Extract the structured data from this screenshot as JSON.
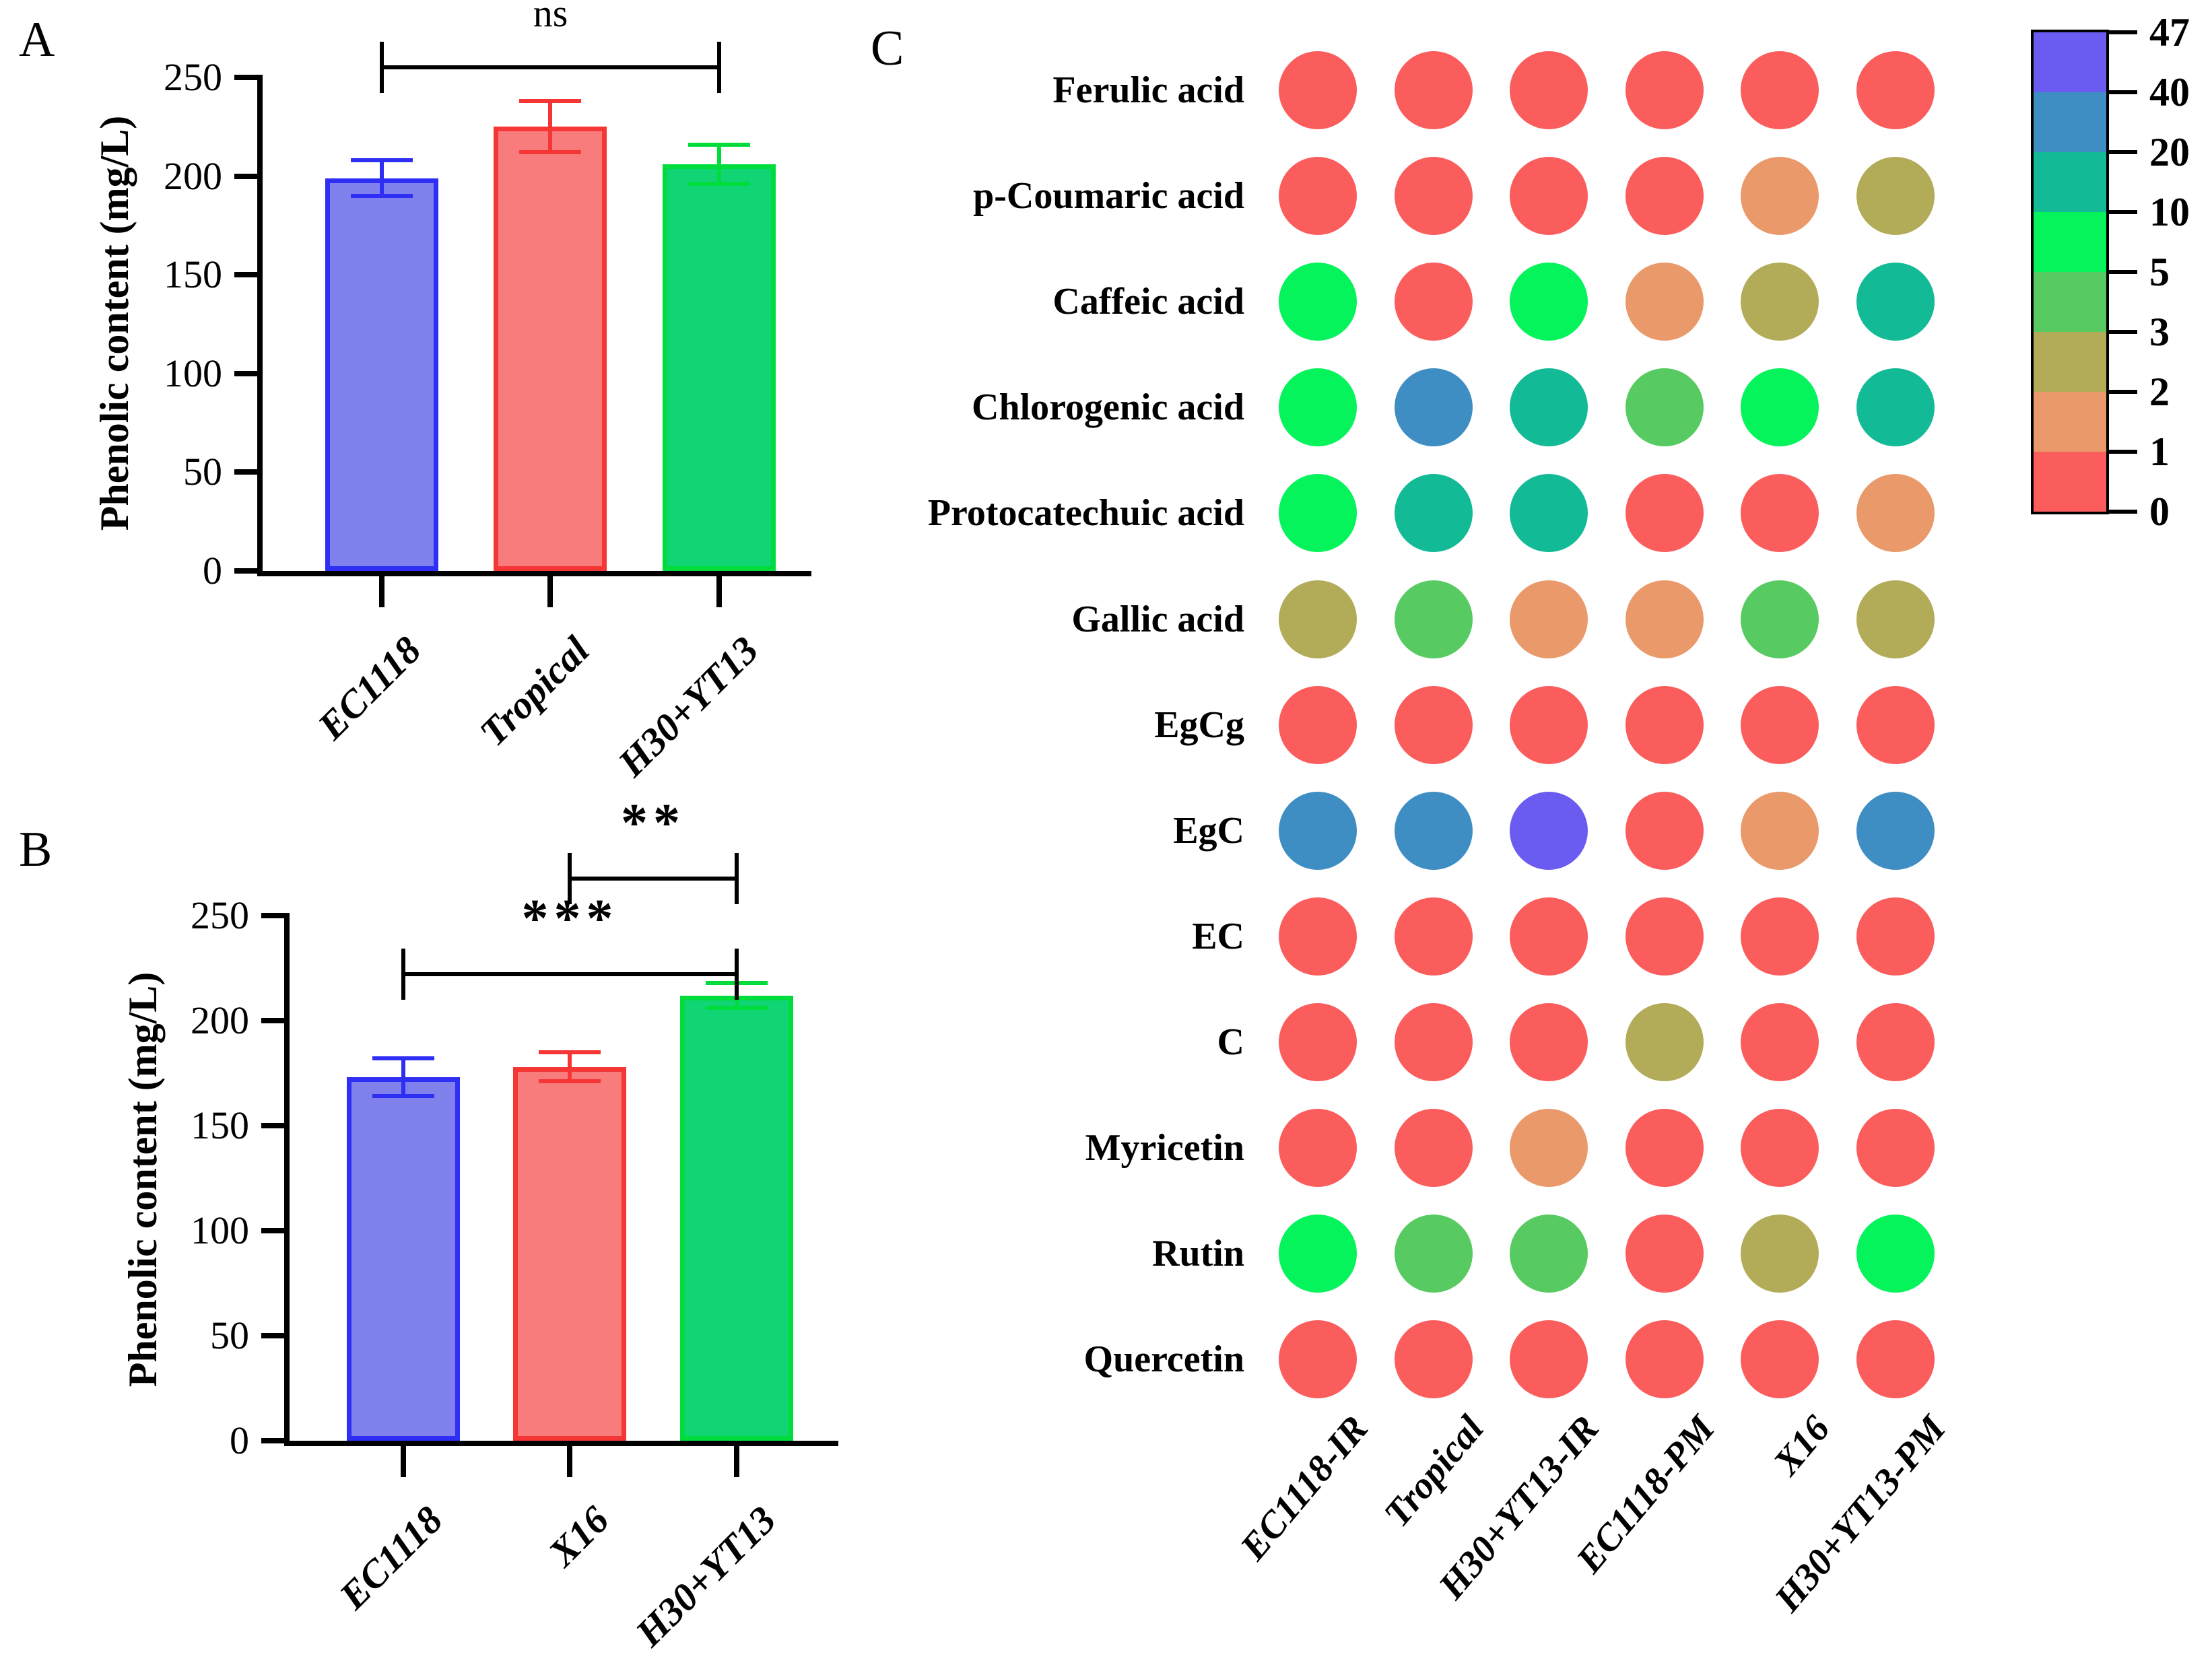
{
  "chart_data": [
    {
      "type": "bar",
      "panel": "A",
      "ylabel": "Phenolic content (mg/L)",
      "ylim": [
        0,
        250
      ],
      "yticks": [
        0,
        50,
        100,
        150,
        200,
        250
      ],
      "categories": [
        "EC1118",
        "Tropical",
        "H30+YT13"
      ],
      "values": [
        199,
        225,
        206
      ],
      "errors": [
        9,
        13,
        10
      ],
      "bar_colors": [
        {
          "fill": "#8181EE",
          "border": "#2E2EF5"
        },
        {
          "fill": "#F97C7C",
          "border": "#F63535"
        },
        {
          "fill": "#11D474",
          "border": "#00DC3C"
        }
      ],
      "annotations": [
        {
          "label": "ns",
          "from": 0,
          "to": 2
        }
      ]
    },
    {
      "type": "bar",
      "panel": "B",
      "ylabel": "Phenolic content (mg/L)",
      "ylim": [
        0,
        250
      ],
      "yticks": [
        0,
        50,
        100,
        150,
        200,
        250
      ],
      "categories": [
        "EC1118",
        "X16",
        "H30+YT13"
      ],
      "values": [
        173,
        178,
        212
      ],
      "errors": [
        9,
        7,
        6
      ],
      "bar_colors": [
        {
          "fill": "#8181EE",
          "border": "#2E2EF5"
        },
        {
          "fill": "#F97C7C",
          "border": "#F63535"
        },
        {
          "fill": "#11D474",
          "border": "#00DC3C"
        }
      ],
      "annotations": [
        {
          "label": "**",
          "from": 1,
          "to": 2
        },
        {
          "label": "***",
          "from": 0,
          "to": 2
        }
      ]
    },
    {
      "type": "heatmap",
      "panel": "C",
      "rows": [
        "Ferulic acid",
        "p-Coumaric acid",
        "Caffeic acid",
        "Chlorogenic acid",
        "Protocatechuic acid",
        "Gallic acid",
        "EgCg",
        "EgC",
        "EC",
        "C",
        "Myricetin",
        "Rutin",
        "Quercetin"
      ],
      "columns": [
        "EC1118-IR",
        "Tropical",
        "H30+YT13-IR",
        "EC1118-PM",
        "X16",
        "H30+YT13-PM"
      ],
      "levels": [
        [
          "0-1",
          "0-1",
          "0-1",
          "0-1",
          "0-1",
          "0-1"
        ],
        [
          "0-1",
          "0-1",
          "0-1",
          "0-1",
          "1-2",
          "2-3"
        ],
        [
          "5-10",
          "0-1",
          "5-10",
          "1-2",
          "2-3",
          "10-20"
        ],
        [
          "5-10",
          "20-40",
          "10-20",
          "3-5",
          "5-10",
          "10-20"
        ],
        [
          "5-10",
          "10-20",
          "10-20",
          "0-1",
          "0-1",
          "1-2"
        ],
        [
          "2-3",
          "3-5",
          "1-2",
          "1-2",
          "3-5",
          "2-3"
        ],
        [
          "0-1",
          "0-1",
          "0-1",
          "0-1",
          "0-1",
          "0-1"
        ],
        [
          "20-40",
          "20-40",
          "40-47",
          "0-1",
          "1-2",
          "20-40"
        ],
        [
          "0-1",
          "0-1",
          "0-1",
          "0-1",
          "0-1",
          "0-1"
        ],
        [
          "0-1",
          "0-1",
          "0-1",
          "2-3",
          "0-1",
          "0-1"
        ],
        [
          "0-1",
          "0-1",
          "1-2",
          "0-1",
          "0-1",
          "0-1"
        ],
        [
          "5-10",
          "3-5",
          "3-5",
          "0-1",
          "2-3",
          "5-10"
        ],
        [
          "0-1",
          "0-1",
          "0-1",
          "0-1",
          "0-1",
          "0-1"
        ]
      ],
      "bin_colors": {
        "0-1": "#FB5D5D",
        "1-2": "#E9996A",
        "2-3": "#B2AB58",
        "3-5": "#57CB61",
        "5-10": "#05F35B",
        "10-20": "#12BA96",
        "20-40": "#3E8EC4",
        "40-47": "#6A5CF0"
      },
      "legend": {
        "tick_labels": [
          "47",
          "40",
          "20",
          "10",
          "5",
          "3",
          "2",
          "1",
          "0"
        ],
        "segment_colors_top_to_bottom": [
          "#6A5CF0",
          "#3E8EC4",
          "#12BA96",
          "#05F35B",
          "#57CB61",
          "#B2AB58",
          "#E9996A",
          "#FB5D5D"
        ]
      }
    }
  ]
}
